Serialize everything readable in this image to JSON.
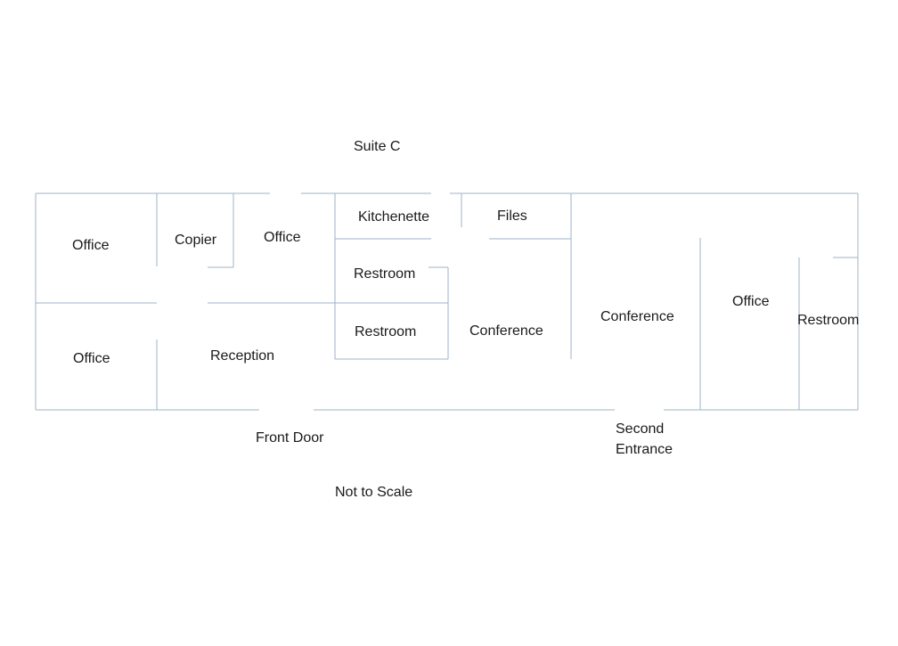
{
  "title": "Suite C",
  "note": "Not to Scale",
  "colors": {
    "wall": "#9fb3c8",
    "text": "#1a1a1a",
    "background": "#ffffff"
  },
  "rooms": {
    "office_top_left": "Office",
    "copier": "Copier",
    "office_top_center": "Office",
    "kitchenette": "Kitchenette",
    "files": "Files",
    "restroom_upper": "Restroom",
    "restroom_lower": "Restroom",
    "office_bottom_left": "Office",
    "reception": "Reception",
    "conference_center": "Conference",
    "conference_right": "Conference",
    "office_right": "Office",
    "restroom_right": "Restroom"
  },
  "entrances": {
    "front_door": "Front Door",
    "second_entrance_line1": "Second",
    "second_entrance_line2": "Entrance"
  }
}
